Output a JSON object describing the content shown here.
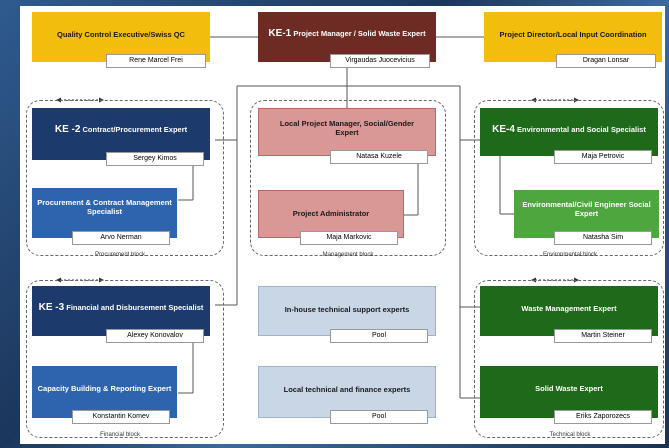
{
  "top": {
    "qc": {
      "title": "Quality Control Executive/Swiss QC",
      "name": "Rene Marcel Frei"
    },
    "ke1": {
      "code": "KE-1",
      "title": "Project Manager / Solid Waste Expert",
      "name": "Virgaudas Juocevicius"
    },
    "director": {
      "title": "Project Director/Local Input Coordination",
      "name": "Dragan Lonsar"
    }
  },
  "procurement": {
    "ke2": {
      "code": "KE -2",
      "title": "Contract/Procurement Expert",
      "name": "Sergey Kimos"
    },
    "specialist": {
      "title": "Procurement & Contract Management Specialist",
      "name": "Arvo Nerman"
    },
    "caption": "Procurement block"
  },
  "management": {
    "local_pm": {
      "title": "Local Project Manager, Social/Gender Expert",
      "name": "Natasa Kuzele"
    },
    "admin": {
      "title": "Project Administrator",
      "name": "Maja Markovic"
    },
    "caption": "Management block"
  },
  "environmental": {
    "ke4": {
      "code": "KE-4",
      "title": "Environmental and Social Specialist",
      "name": "Maja Petrovic"
    },
    "engineer": {
      "title": "Environmental/Civil Engineer Social Expert",
      "name": "Natasha Sim"
    },
    "caption": "Environmental block"
  },
  "financial": {
    "ke3": {
      "code": "KE -3",
      "title": "Financial and Disbursement Specialist",
      "name": "Alexey Konovalov"
    },
    "capacity": {
      "title": "Capacity Building & Reporting Expert",
      "name": "Konstantin Komev"
    },
    "caption": "Financial block"
  },
  "support": {
    "inhouse": {
      "title": "In-house technical support experts",
      "name": "Pool"
    },
    "local": {
      "title": "Local technical and finance experts",
      "name": "Pool"
    }
  },
  "technical": {
    "waste_mgmt": {
      "title": "Waste Management Expert",
      "name": "Martin Steiner"
    },
    "solid_waste": {
      "title": "Solid Waste Expert",
      "name": "Eriks Zaporozecs"
    },
    "caption": "Technical block"
  }
}
